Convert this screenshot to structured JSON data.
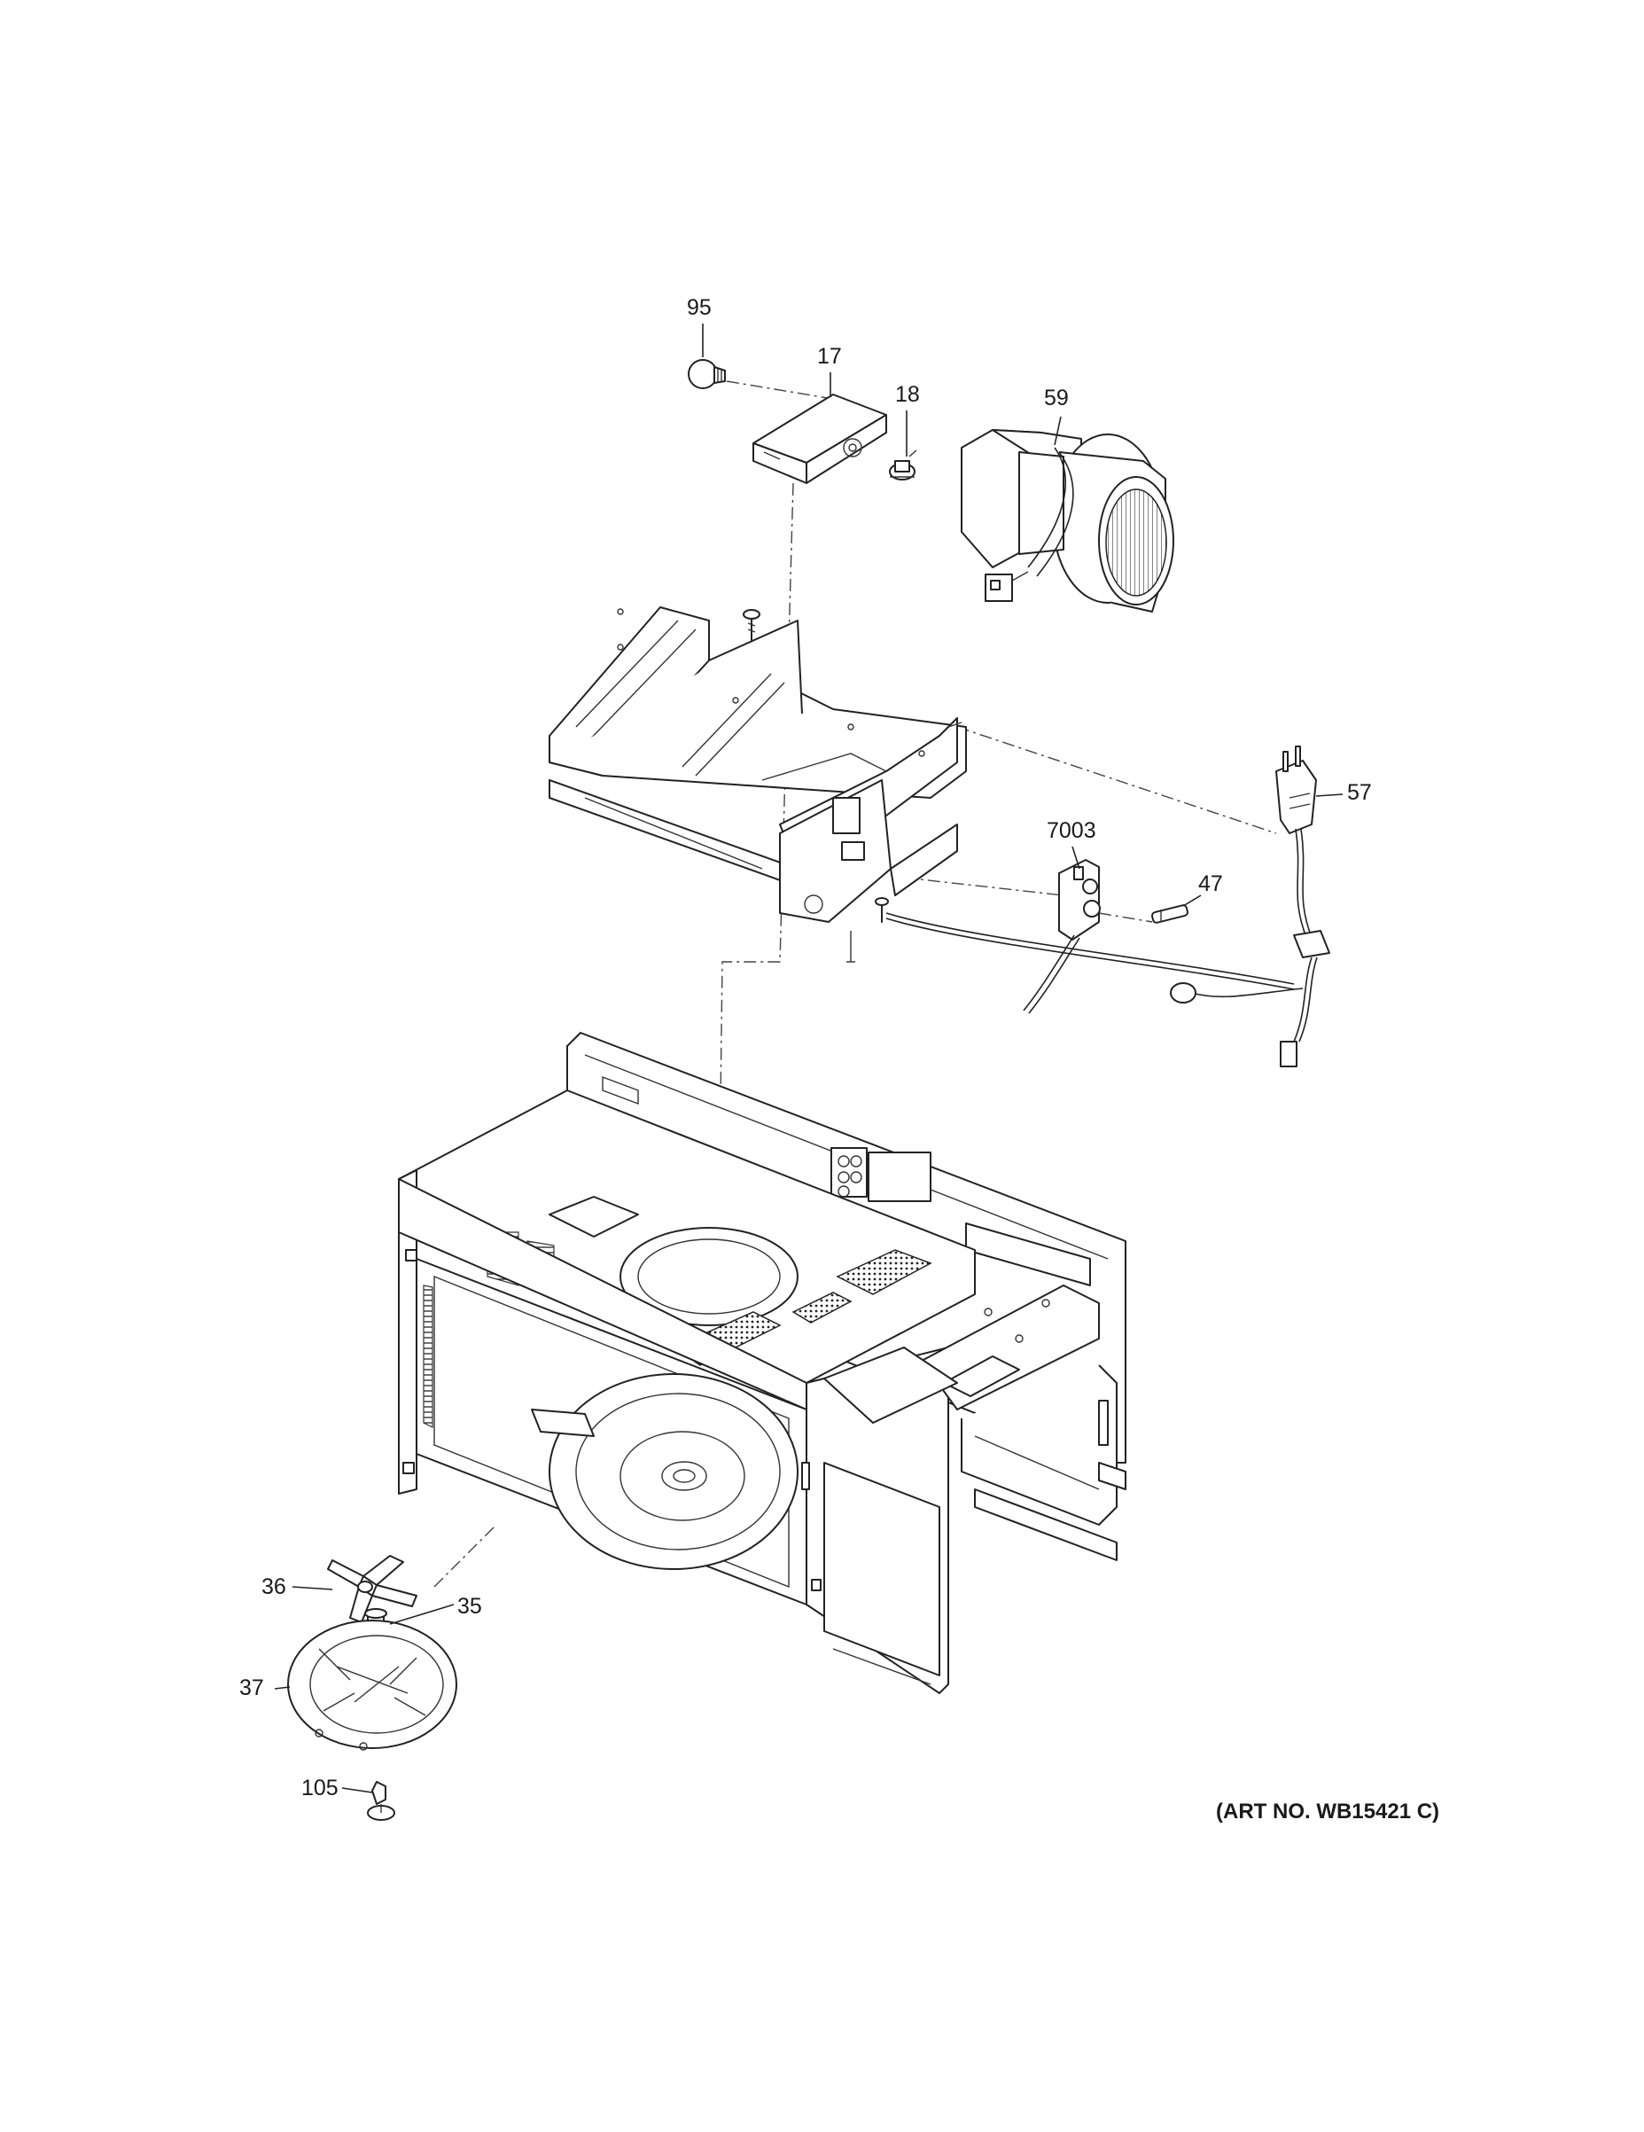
{
  "diagram": {
    "callouts": [
      {
        "id": "95",
        "label": "95"
      },
      {
        "id": "17",
        "label": "17"
      },
      {
        "id": "18",
        "label": "18"
      },
      {
        "id": "59",
        "label": "59"
      },
      {
        "id": "57",
        "label": "57"
      },
      {
        "id": "7003",
        "label": "7003"
      },
      {
        "id": "47",
        "label": "47"
      },
      {
        "id": "36",
        "label": "36"
      },
      {
        "id": "35",
        "label": "35"
      },
      {
        "id": "37",
        "label": "37"
      },
      {
        "id": "105",
        "label": "105"
      }
    ],
    "art_number": "(ART NO. WB15421 C)"
  }
}
